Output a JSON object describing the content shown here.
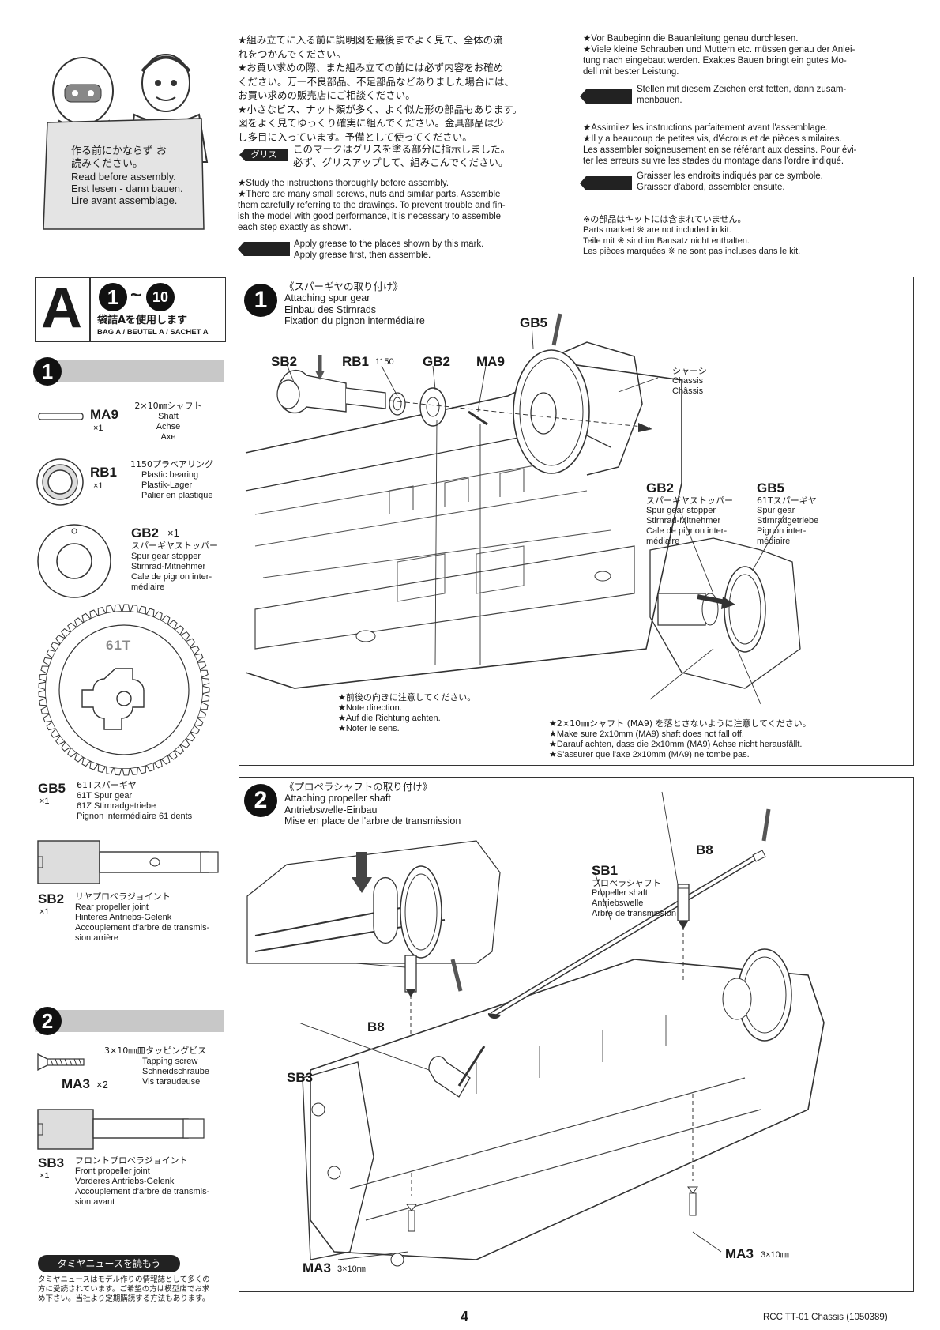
{
  "header": {
    "badge_jp": "作る前にかならず お読みください。",
    "badge_en": "Read before assembly.",
    "badge_de": "Erst lesen - dann bauen.",
    "badge_fr": "Lire avant assemblage.",
    "jp_lines": [
      "★組み立てに入る前に説明図を最後までよく見て、全体の流",
      "れをつかんでください。",
      "★お買い求めの際、また組み立ての前には必ず内容をお確め",
      "ください。万一不良部品、不足部品などありました場合には、",
      "お買い求めの販売店にご相談ください。",
      "★小さなビス、ナット類が多く、よく似た形の部品もあります。",
      "図をよく見てゆっくり確実に組んでください。金具部品は少",
      "し多目に入っています。予備として使ってください。"
    ],
    "grease_tag": "グリス",
    "grease_jp": [
      "このマークはグリスを塗る部分に指示しました。",
      "必ず、グリスアップして、組みこんでください。"
    ],
    "en_lines": [
      "★Study the instructions thoroughly before assembly.",
      "★There are many small screws, nuts and similar parts. Assemble",
      "them carefully referring to the drawings. To prevent trouble and fin-",
      "ish the model with good performance, it is necessary to assemble",
      "each step exactly as shown."
    ],
    "en_grease": [
      "Apply grease to the places shown by this mark.",
      "Apply grease first, then assemble."
    ],
    "de_lines": [
      "★Vor Baubeginn die Bauanleitung genau durchlesen.",
      "★Viele kleine Schrauben und Muttern etc. müssen genau der Anlei-",
      "tung nach eingebaut werden. Exaktes Bauen bringt ein gutes Mo-",
      "dell mit bester Leistung."
    ],
    "de_grease": [
      "Stellen mit diesem Zeichen erst fetten, dann zusam-",
      "menbauen."
    ],
    "fr_lines": [
      "★Assimilez les instructions parfaitement avant l'assemblage.",
      "★Il y a beaucoup de petites vis, d'écrous et de pièces similaires.",
      "Les assembler soigneusement en se référant aux dessins. Pour évi-",
      "ter les erreurs suivre les stades du montage dans l'ordre indiqué."
    ],
    "fr_grease": [
      "Graisser les endroits indiqués par ce symbole.",
      "Graisser d'abord, assembler ensuite."
    ],
    "notincluded": [
      "※の部品はキットには含まれていません。",
      "Parts marked ※ are not included in kit.",
      "Teile mit ※ sind im Bausatz nicht enthalten.",
      "Les pièces marquées ※ ne sont pas incluses dans le kit."
    ]
  },
  "bag": {
    "letter": "A",
    "range_from": "1",
    "tilde": "~",
    "range_to": "10",
    "jp": "袋詰Aを使用します",
    "multi": "BAG A / BEUTEL A / SACHET A"
  },
  "left_steps": [
    "1",
    "2"
  ],
  "parts_step1": [
    {
      "code": "MA9",
      "qty": "×1",
      "lines": [
        "2×10㎜シャフト",
        "Shaft",
        "Achse",
        "Axe"
      ]
    },
    {
      "code": "RB1",
      "qty": "×1",
      "lines": [
        "1150プラベアリング",
        "Plastic bearing",
        "Plastik-Lager",
        "Palier en plastique"
      ]
    },
    {
      "code": "GB2",
      "qty": "×1",
      "lines": [
        "スパーギヤストッパー",
        "Spur gear stopper",
        "Stirnrad-Mitnehmer",
        "Cale de pignon inter-",
        "médiaire"
      ]
    },
    {
      "code": "GB5",
      "qty": "×1",
      "gear_label": "61T",
      "lines": [
        "61Tスパーギヤ",
        "61T Spur gear",
        "61Z Stirnradgetriebe",
        "Pignon intermédiaire 61 dents"
      ]
    },
    {
      "code": "SB2",
      "qty": "×1",
      "lines": [
        "リヤプロペラジョイント",
        "Rear propeller joint",
        "Hinteres Antriebs-Gelenk",
        "Accouplement d'arbre de transmis-",
        "sion arrière"
      ]
    }
  ],
  "parts_step2": [
    {
      "code": "MA3",
      "qty": "×2",
      "lines": [
        "3×10㎜皿タッピングビス",
        "Tapping screw",
        "Schneidschraube",
        "Vis taraudeuse"
      ]
    },
    {
      "code": "SB3",
      "qty": "×1",
      "lines": [
        "フロントプロペラジョイント",
        "Front propeller joint",
        "Vorderes Antriebs-Gelenk",
        "Accouplement d'arbre de transmis-",
        "sion avant"
      ]
    }
  ],
  "news": {
    "title": "タミヤニュースを読もう",
    "lines": [
      "タミヤニュースはモデル作りの情報誌として多くの",
      "方に愛読されています。ご希望の方は模型店でお求",
      "め下さい。当社より定期購読する方法もあります。"
    ]
  },
  "step1": {
    "num": "1",
    "title_jp": "《スパーギヤの取り付け》",
    "title_en": "Attaching spur gear",
    "title_de": "Einbau des Stirnrads",
    "title_fr": "Fixation du pignon intermédiaire",
    "labels": {
      "gb5": "GB5",
      "sb2": "SB2",
      "rb1": "RB1",
      "rb1_size": "1150",
      "gb2": "GB2",
      "ma9": "MA9"
    },
    "chassis": [
      "シャーシ",
      "Chassis",
      "Châssis"
    ],
    "gb2_detail": {
      "code": "GB2",
      "lines": [
        "スパーギヤストッパー",
        "Spur gear stopper",
        "Stirnrad-Mitnehmer",
        "Cale de pignon inter-",
        "médiaire"
      ]
    },
    "gb5_detail": {
      "code": "GB5",
      "lines": [
        "61Tスパーギヤ",
        "Spur gear",
        "Stirnradgetriebe",
        "Pignon inter-",
        "médiaire"
      ]
    },
    "note_dir": [
      "★前後の向きに注意してください。",
      "★Note direction.",
      "★Auf die Richtung achten.",
      "★Noter le sens."
    ],
    "note_ma9": [
      "★2×10㎜シャフト (MA9) を落とさないように注意してください。",
      "★Make sure 2x10mm (MA9) shaft does not fall off.",
      "★Darauf achten, dass die 2x10mm (MA9) Achse nicht herausfällt.",
      "★S'assurer que l'axe 2x10mm (MA9) ne tombe pas."
    ]
  },
  "step2": {
    "num": "2",
    "title_jp": "《プロペラシャフトの取り付け》",
    "title_en": "Attaching propeller shaft",
    "title_de": "Antriebswelle-Einbau",
    "title_fr": "Mise en place de l'arbre de transmission",
    "b8": "B8",
    "sb1": {
      "code": "SB1",
      "lines": [
        "プロペラシャフト",
        "Propeller shaft",
        "Antriebswelle",
        "Arbre de transmission"
      ]
    },
    "sb3": "SB3",
    "ma3": "MA3",
    "ma3_size": "3×10㎜"
  },
  "footer": {
    "page": "4",
    "doc": "RCC TT-01 Chassis (1050389)"
  }
}
